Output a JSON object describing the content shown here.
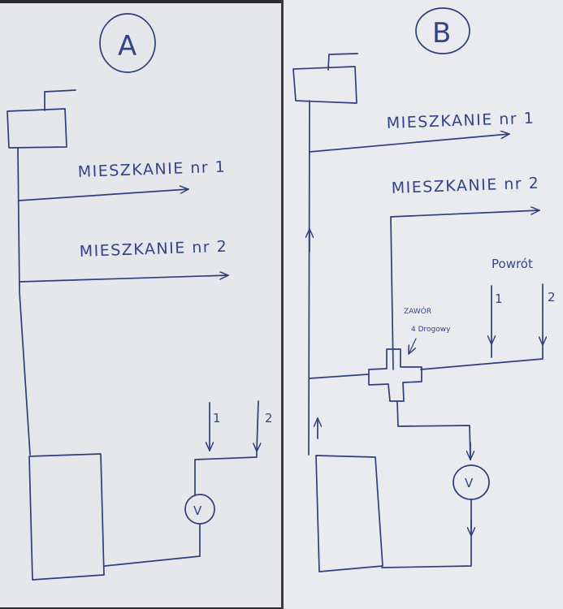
{
  "panel_a": {
    "heading": "A",
    "flat_1": "MIESZKANIE nr 1",
    "flat_2": "MIESZKANIE nr 2",
    "return_1": "1",
    "return_2": "2",
    "pump_symbol": "V"
  },
  "panel_b": {
    "heading": "B",
    "flat_1": "MIESZKANIE nr 1",
    "flat_2": "MIESZKANIE nr 2",
    "return_title": "Powrót",
    "return_1": "1",
    "return_2": "2",
    "valve_label_line1": "ZAWÓR",
    "valve_label_line2": "4 Drogowy",
    "pump_symbol": "V"
  },
  "colors": {
    "ink": "#2f3f7e",
    "paper": "#e9eaee",
    "background": "#2b2b2e"
  }
}
